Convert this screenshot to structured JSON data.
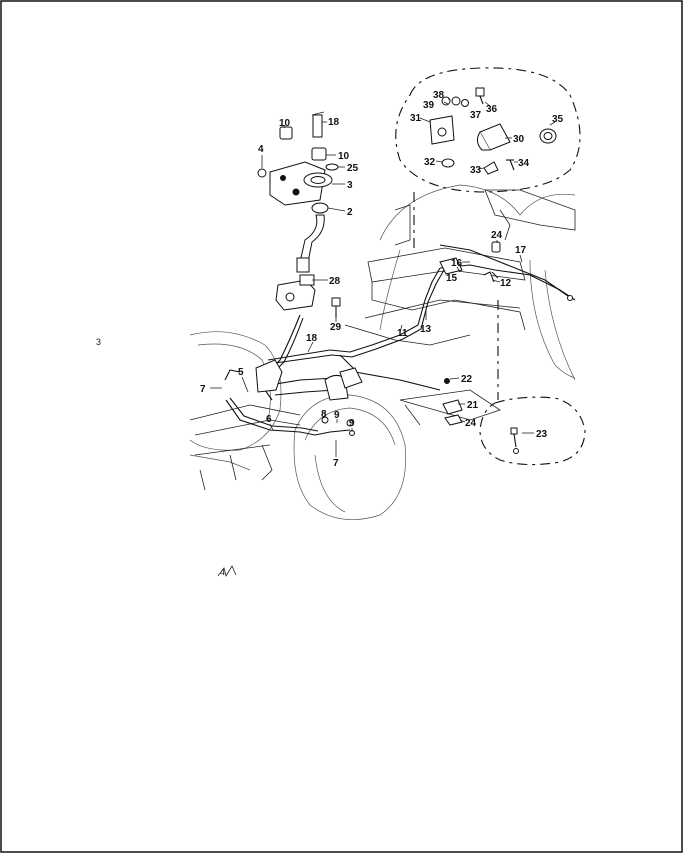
{
  "figure": {
    "callouts": [
      "2",
      "3",
      "4",
      "5",
      "6",
      "7",
      "7",
      "8",
      "9",
      "9",
      "10",
      "10",
      "11",
      "12",
      "13",
      "15",
      "16",
      "17",
      "18",
      "18",
      "21",
      "22",
      "23",
      "24",
      "24",
      "25",
      "28",
      "29",
      "30",
      "31",
      "32",
      "33",
      "34",
      "35",
      "36",
      "37",
      "38",
      "39"
    ],
    "stray_marks": [
      "3",
      "4"
    ]
  }
}
